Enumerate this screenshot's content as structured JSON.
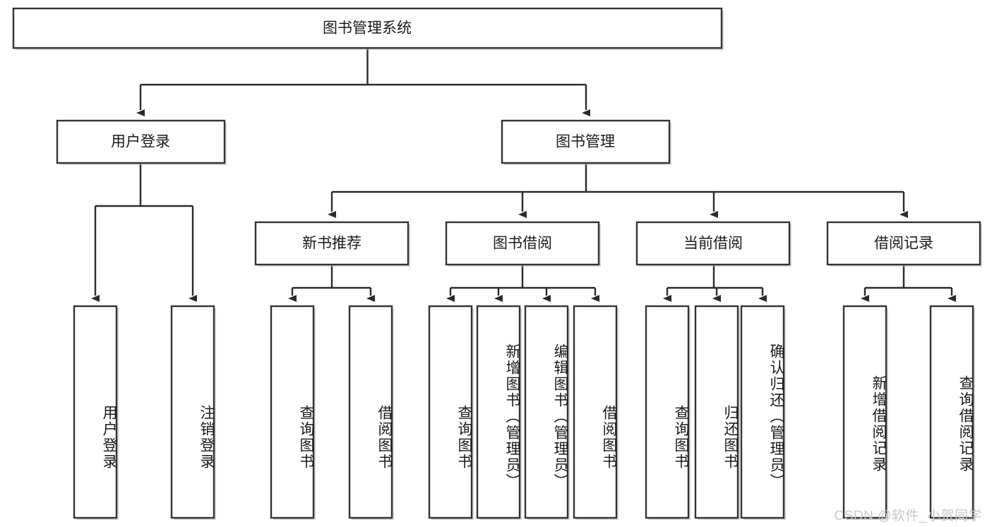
{
  "diagram": {
    "type": "tree",
    "title": "图书管理系统",
    "orientation": "top-down",
    "colors": {
      "box_border": "#333333",
      "box_fill": "#ffffff",
      "connector": "#2b2b2b",
      "text": "#1a1a1a",
      "watermark": "#c9c9c9",
      "background": "#ffffff"
    },
    "root": {
      "label": "图书管理系统"
    },
    "level1": [
      {
        "label": "用户登录"
      },
      {
        "label": "图书管理"
      }
    ],
    "level2": [
      {
        "label": "新书推荐"
      },
      {
        "label": "图书借阅"
      },
      {
        "label": "当前借阅"
      },
      {
        "label": "借阅记录"
      }
    ],
    "leaves": {
      "user_login": [
        {
          "label": "用户登录"
        },
        {
          "label": "注销登录"
        }
      ],
      "new_book_recommend": [
        {
          "label": "查询图书"
        },
        {
          "label": "借阅图书"
        }
      ],
      "book_borrow": [
        {
          "label": "查询图书"
        },
        {
          "label": "新增图书（管理员）"
        },
        {
          "label": "编辑图书（管理员）"
        },
        {
          "label": "借阅图书"
        }
      ],
      "current_borrow": [
        {
          "label": "查询图书"
        },
        {
          "label": "归还图书"
        },
        {
          "label": "确认归还（管理员）"
        }
      ],
      "borrow_record": [
        {
          "label": "新增借阅记录"
        },
        {
          "label": "查询借阅记录"
        }
      ]
    },
    "watermark": "CSDN @软件_小贺同学"
  }
}
